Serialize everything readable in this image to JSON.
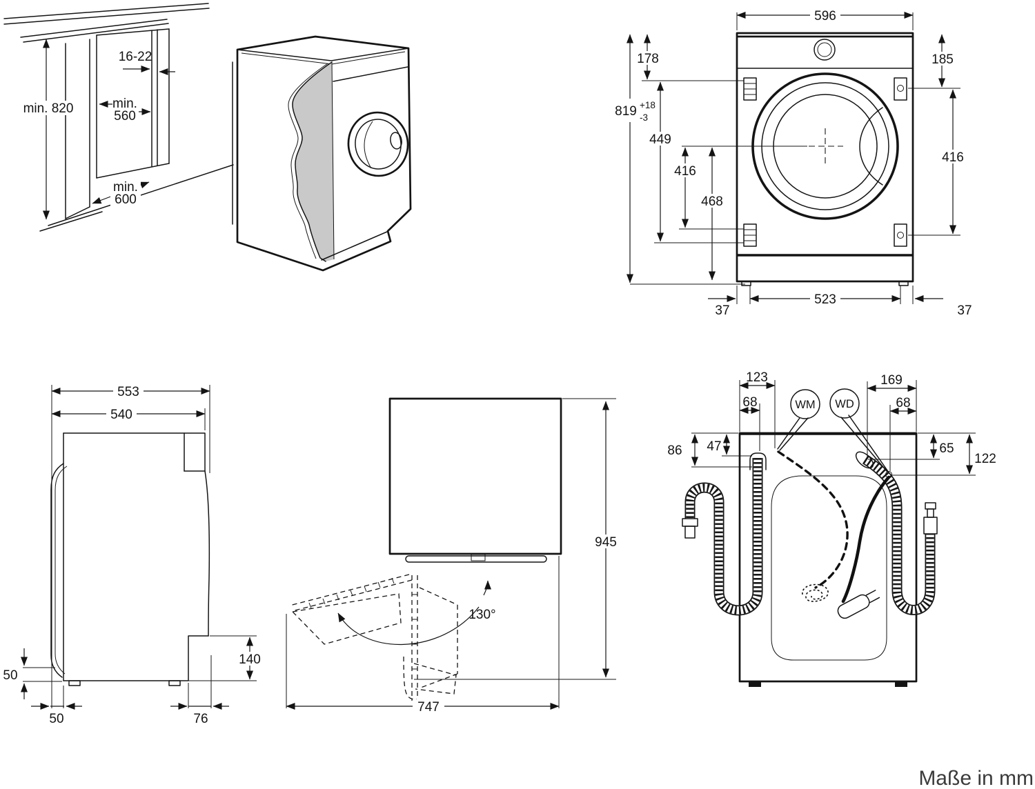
{
  "footer": {
    "units_note": "Maße in mm"
  },
  "diagrams": {
    "niche": {
      "labels": {
        "min_height": "min. 820",
        "panel_thickness": "16-22",
        "min_depth": [
          "min.",
          "560"
        ],
        "min_width": [
          "min.",
          "600"
        ]
      }
    },
    "front": {
      "labels": {
        "width": "596",
        "top_left_offset": "178",
        "top_right_offset": "185",
        "height": {
          "value": "819",
          "tol_plus": "+18",
          "tol_minus": "-3"
        },
        "hinge_span": "449",
        "left_mid": "416",
        "left_lower": "468",
        "right_span": "416",
        "feet_span": "523",
        "foot_inset_left": "37",
        "foot_inset_right": "37"
      }
    },
    "side": {
      "labels": {
        "depth_total": "553",
        "depth_body": "540",
        "door_clearance": "50",
        "front_offset": "50",
        "rear_offset": "76",
        "plinth_recess": "140"
      }
    },
    "door_swing": {
      "labels": {
        "opening_angle": "130°",
        "depth_door_open": "747",
        "height_door_open": "945"
      }
    },
    "rear": {
      "labels": {
        "drain_span": "123",
        "drain_offset": "68",
        "inlet_span": "169",
        "cable_offset_x": "68",
        "drain_depth": "86",
        "drain_top": "47",
        "inlet_depth": "65",
        "cable_depth": "122",
        "wm_badge": "WM",
        "wd_badge": "WD"
      }
    }
  }
}
